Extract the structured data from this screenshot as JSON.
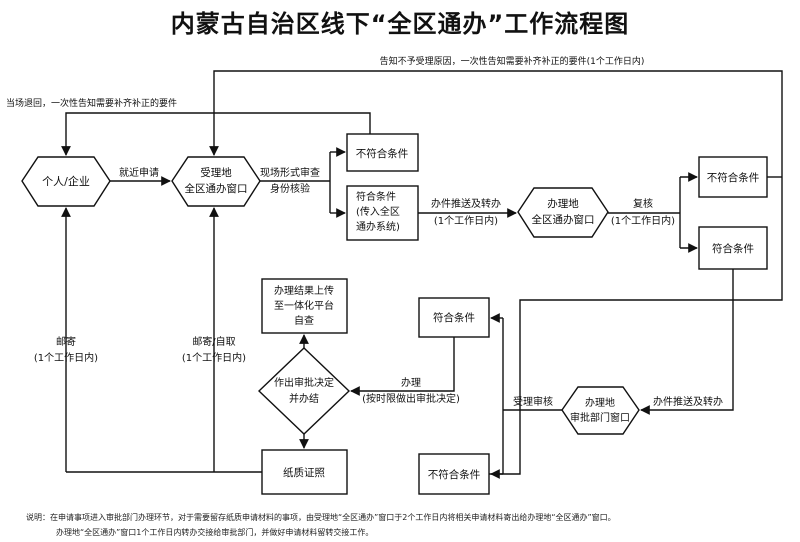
{
  "title": "内蒙古自治区线下“全区通办”工作流程图",
  "nodes": {
    "applicant": "个人/企业",
    "accept_window_l1": "受理地",
    "accept_window_l2": "全区通办窗口",
    "not_meet_1": "不符合条件",
    "meet_1_l1": "符合条件",
    "meet_1_l2": "(传入全区",
    "meet_1_l3": "通办系统)",
    "handle_window_l1": "办理地",
    "handle_window_l2": "全区通办窗口",
    "not_meet_2": "不符合条件",
    "meet_2": "符合条件",
    "upload_l1": "办理结果上传",
    "upload_l2": "至一体化平台",
    "upload_l3": "自查",
    "meet_3": "符合条件",
    "decision_l1": "作出审批决定",
    "decision_l2": "并办结",
    "approval_dept_l1": "办理地",
    "approval_dept_l2": "审批部门窗口",
    "paper_cert": "纸质证照",
    "not_meet_3": "不符合条件"
  },
  "labels": {
    "nearby_apply": "就近申请",
    "onsite_review_l1": "现场形式审查",
    "onsite_review_l2": "身份核验",
    "push_transfer_l1": "办件推送及转办",
    "push_transfer_l2": "(1个工作日内)",
    "recheck_l1": "复核",
    "recheck_l2": "(1个工作日内)",
    "top_notice": "告知不予受理原因，一次性告知需要补齐补正的要件(1个工作日内)",
    "return_notice": "当场退回，一次性告知需要补齐补正的要件",
    "mail_left_l1": "邮寄",
    "mail_left_l2": "(1个工作日内)",
    "mail_mid_l1": "邮寄/自取",
    "mail_mid_l2": "(1个工作日内)",
    "handle_l1": "办理",
    "handle_l2": "(按时限做出审批决定)",
    "accept_review": "受理审核",
    "push_transfer_2": "办件推送及转办"
  },
  "notes": {
    "line1": "说明：在申请事项进入审批部门办理环节，对于需要留存纸质申请材料的事项，由受理地“全区通办”窗口于2个工作日内将相关申请材料寄出给办理地“全区通办”窗口。",
    "line2": "办理地“全区通办”窗口1个工作日内转办交接给审批部门，并做好申请材料留转交接工作。"
  }
}
